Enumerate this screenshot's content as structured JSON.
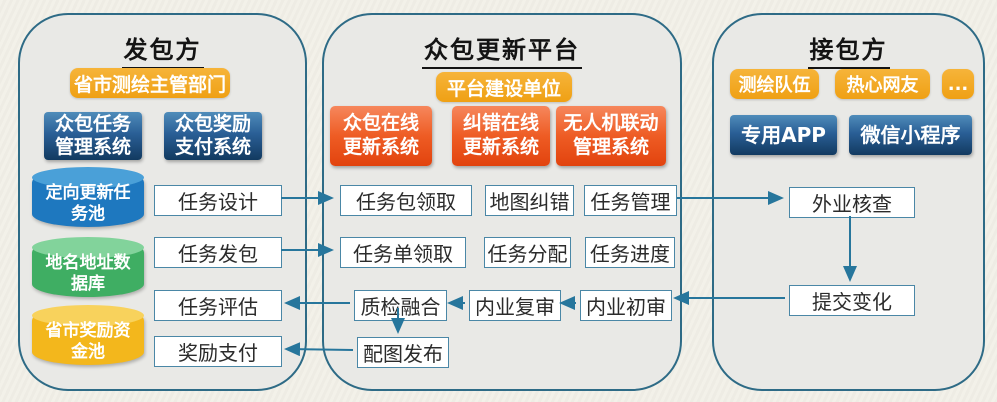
{
  "colors": {
    "background": "#f2f0e8",
    "panel_fill": "#e9e9e6",
    "panel_border": "#2e6b86",
    "arrow": "#27769c",
    "badge_orange": "#efa014",
    "system_blue": "#123a60",
    "module_orange": "#e2430e",
    "cylinder_blue": "#1e78bf",
    "cylinder_green": "#3fae63",
    "cylinder_yellow": "#f3b71c"
  },
  "left_panel": {
    "title": "发包方",
    "badge": "省市测绘主管部门",
    "systems": [
      {
        "line1": "众包任务",
        "line2": "管理系统"
      },
      {
        "line1": "众包奖励",
        "line2": "支付系统"
      }
    ],
    "datastores": [
      {
        "line1": "定向更新任",
        "line2": "务池"
      },
      {
        "line1": "地名地址数",
        "line2": "据库"
      },
      {
        "line1": "省市奖励资",
        "line2": "金池"
      }
    ],
    "flow": [
      "任务设计",
      "任务发包",
      "任务评估",
      "奖励支付"
    ]
  },
  "middle_panel": {
    "title": "众包更新平台",
    "badge": "平台建设单位",
    "systems": [
      {
        "line1": "众包在线",
        "line2": "更新系统"
      },
      {
        "line1": "纠错在线",
        "line2": "更新系统"
      },
      {
        "line1": "无人机联动",
        "line2": "管理系统"
      }
    ],
    "flow": [
      "任务包领取",
      "地图纠错",
      "任务管理",
      "任务单领取",
      "任务分配",
      "任务进度",
      "质检融合",
      "内业复审",
      "内业初审",
      "配图发布"
    ]
  },
  "right_panel": {
    "title": "接包方",
    "badges": [
      "测绘队伍",
      "热心网友",
      "..."
    ],
    "apps": [
      "专用APP",
      "微信小程序"
    ],
    "flow": [
      "外业核查",
      "提交变化"
    ]
  }
}
